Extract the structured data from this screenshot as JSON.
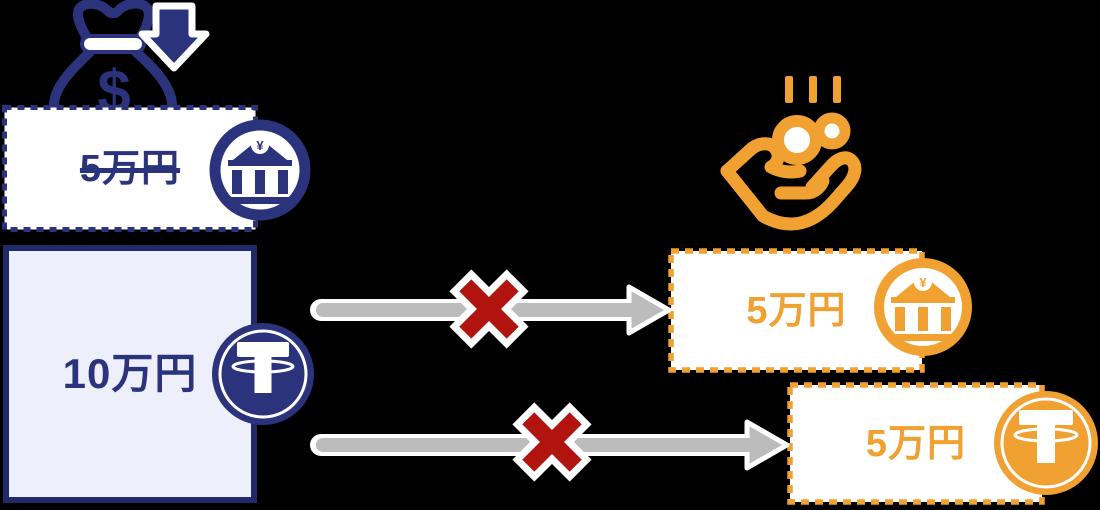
{
  "colors": {
    "background": "#000000",
    "navy": "#2b337d",
    "navy_dark": "#202a6b",
    "lavender": "#edf0fa",
    "orange": "#f0a132",
    "red": "#b1140f",
    "gray": "#bcbcbc",
    "white": "#ffffff"
  },
  "left_column": {
    "bank_box_label": "5万円",
    "bank_label_crossed_out": true,
    "tether_box_label": "10万円"
  },
  "right_column": {
    "bank_box_label": "5万円",
    "tether_box_label": "5万円"
  },
  "icons": {
    "money_bag": "money-bag",
    "down_arrow": "down-arrow",
    "bank": "bank-yen-coin",
    "tether": "tether-coin",
    "hand": "hand-receiving-coins",
    "prohibited": "red-x",
    "dollar_glyph": "$",
    "yen_glyph": "¥"
  }
}
